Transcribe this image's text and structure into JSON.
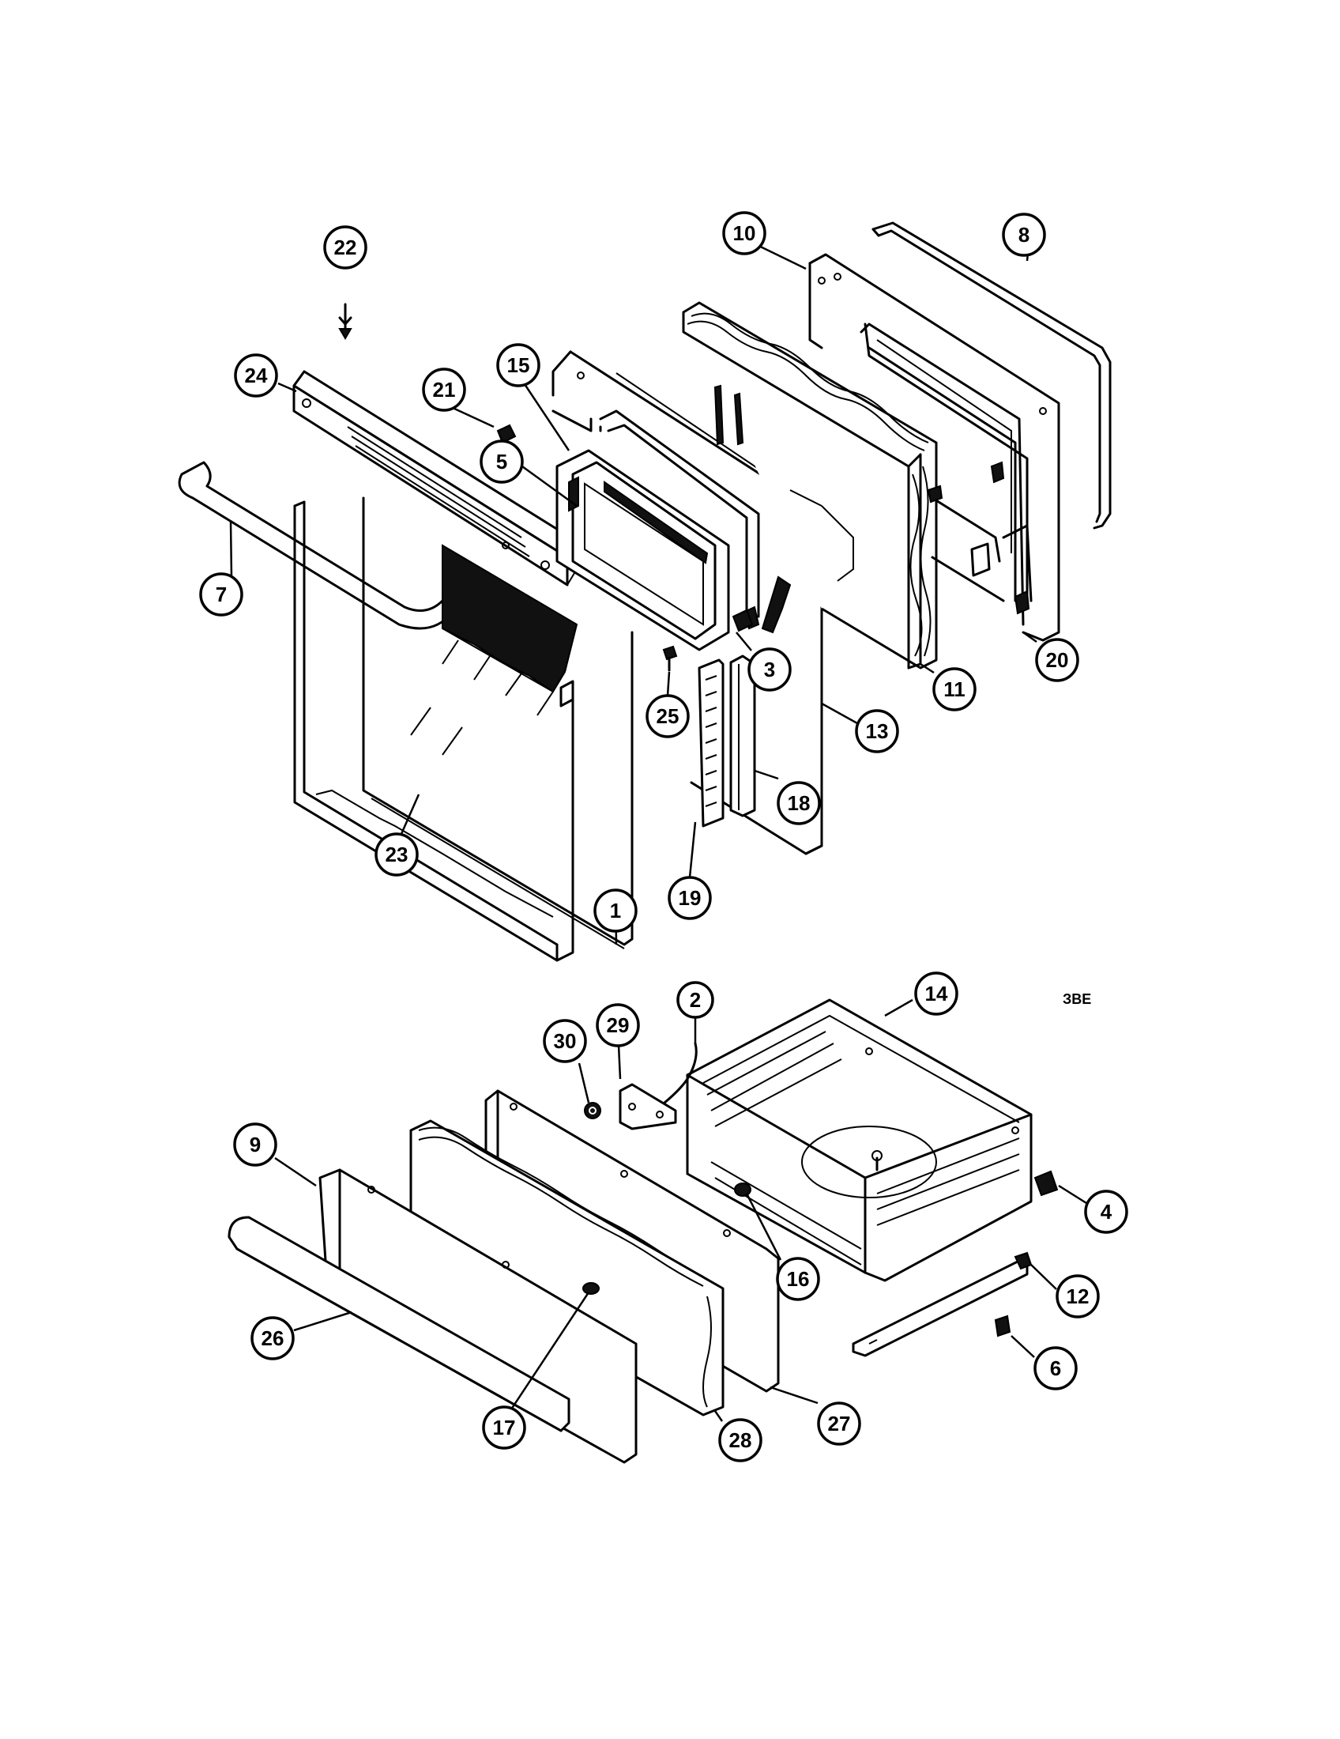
{
  "figure": {
    "callouts": [
      {
        "id": "callout-1",
        "label": "1"
      },
      {
        "id": "callout-2",
        "label": "2"
      },
      {
        "id": "callout-3",
        "label": "3"
      },
      {
        "id": "callout-4",
        "label": "4"
      },
      {
        "id": "callout-5",
        "label": "5"
      },
      {
        "id": "callout-6",
        "label": "6"
      },
      {
        "id": "callout-7",
        "label": "7"
      },
      {
        "id": "callout-8",
        "label": "8"
      },
      {
        "id": "callout-9",
        "label": "9"
      },
      {
        "id": "callout-10",
        "label": "10"
      },
      {
        "id": "callout-11",
        "label": "11"
      },
      {
        "id": "callout-12",
        "label": "12"
      },
      {
        "id": "callout-13",
        "label": "13"
      },
      {
        "id": "callout-14",
        "label": "14"
      },
      {
        "id": "callout-15",
        "label": "15"
      },
      {
        "id": "callout-16",
        "label": "16"
      },
      {
        "id": "callout-17",
        "label": "17"
      },
      {
        "id": "callout-18",
        "label": "18"
      },
      {
        "id": "callout-19",
        "label": "19"
      },
      {
        "id": "callout-20",
        "label": "20"
      },
      {
        "id": "callout-21",
        "label": "21"
      },
      {
        "id": "callout-22",
        "label": "22"
      },
      {
        "id": "callout-23",
        "label": "23"
      },
      {
        "id": "callout-24",
        "label": "24"
      },
      {
        "id": "callout-25",
        "label": "25"
      },
      {
        "id": "callout-26",
        "label": "26"
      },
      {
        "id": "callout-27",
        "label": "27"
      },
      {
        "id": "callout-28",
        "label": "28"
      },
      {
        "id": "callout-29",
        "label": "29"
      },
      {
        "id": "callout-30",
        "label": "30"
      }
    ],
    "stray_marks": [
      "ЗВЕ"
    ]
  }
}
